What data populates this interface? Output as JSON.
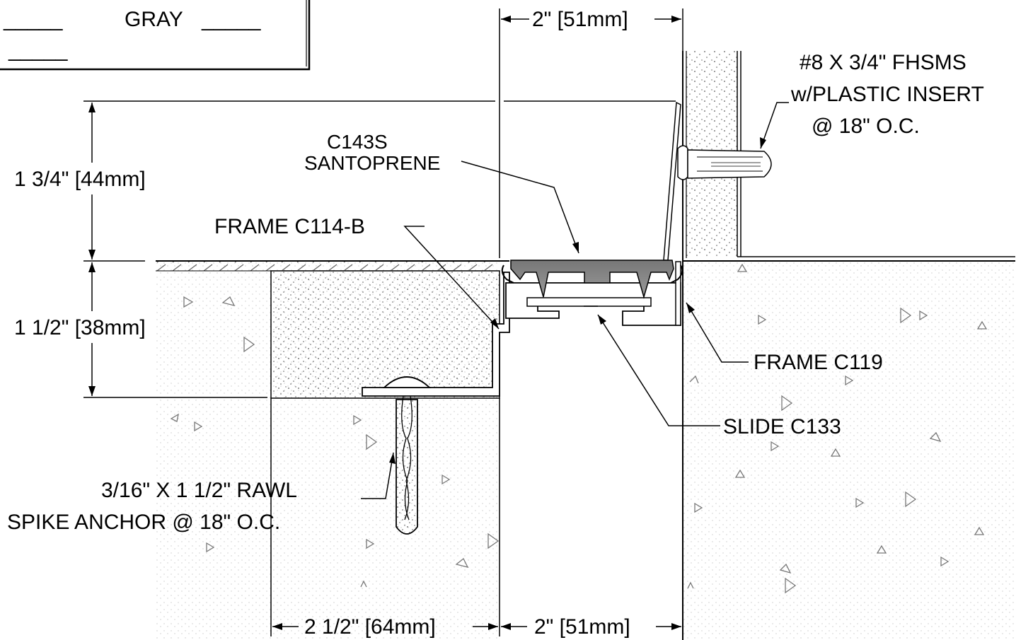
{
  "color_box": {
    "gray_label": "GRAY",
    "blank_left": "_____",
    "blank_right": "_____",
    "blank_row2": "_____"
  },
  "dimensions": {
    "top_width": "2\" [51mm]",
    "height_upper": "1 3/4\" [44mm]",
    "height_lower": "1 1/2\" [38mm]",
    "bottom_left": "2 1/2\" [64mm]",
    "bottom_right": "2\" [51mm]"
  },
  "callouts": {
    "fastener_line1": "#8 X 3/4\" FHSMS",
    "fastener_line2": "w/PLASTIC INSERT",
    "fastener_line3": "@ 18\" O.C.",
    "seal_line1": "C143S",
    "seal_line2": "SANTOPRENE",
    "frame_b": "FRAME C114-B",
    "frame_c119": "FRAME C119",
    "slide": "SLIDE C133",
    "anchor_line1": "3/16\" X 1 1/2\" RAWL",
    "anchor_line2": "SPIKE ANCHOR @ 18\" O.C."
  }
}
